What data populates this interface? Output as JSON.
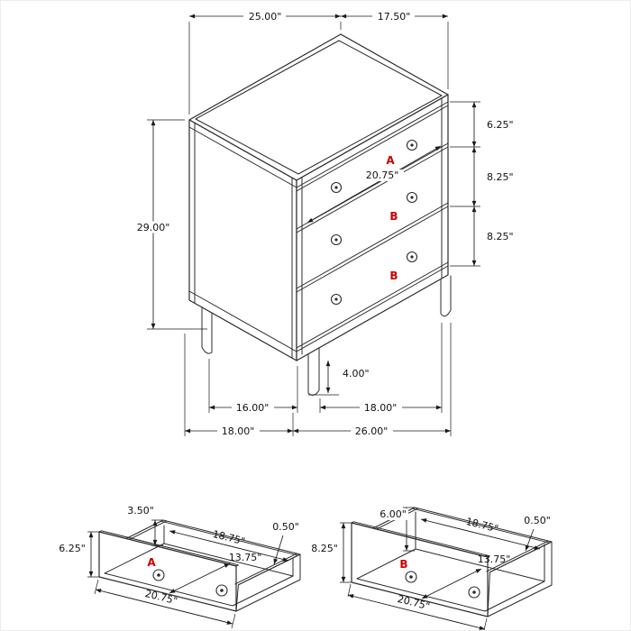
{
  "diagram_type": "furniture-dimension-diagram",
  "colors": {
    "line": "#1a1a1a",
    "accent": "#cc0000"
  },
  "chest": {
    "drawer_labels": {
      "a": "A",
      "b1": "B",
      "b2": "B"
    },
    "dims": {
      "top_width": "25.00\"",
      "top_depth": "17.50\"",
      "overall_height": "29.00\"",
      "drawer_a_height": "6.25\"",
      "drawer_b1_height": "8.25\"",
      "drawer_b2_height": "8.25\"",
      "drawer_width": "20.75\"",
      "leg_height": "4.00\"",
      "leg_span_front": "16.00\"",
      "leg_span_side": "18.00\"",
      "footprint_depth": "18.00\"",
      "footprint_width": "26.00\""
    }
  },
  "drawer_a": {
    "label": "A",
    "dims": {
      "back_height": "3.50\"",
      "inner_width": "18.75\"",
      "wall_thickness": "0.50\"",
      "front_height": "6.25\"",
      "inner_depth": "13.75\"",
      "outer_width": "20.75\""
    }
  },
  "drawer_b": {
    "label": "B",
    "dims": {
      "back_height": "6.00\"",
      "inner_width": "18.75\"",
      "wall_thickness": "0.50\"",
      "front_height": "8.25\"",
      "inner_depth": "13.75\"",
      "outer_width": "20.75\""
    }
  }
}
